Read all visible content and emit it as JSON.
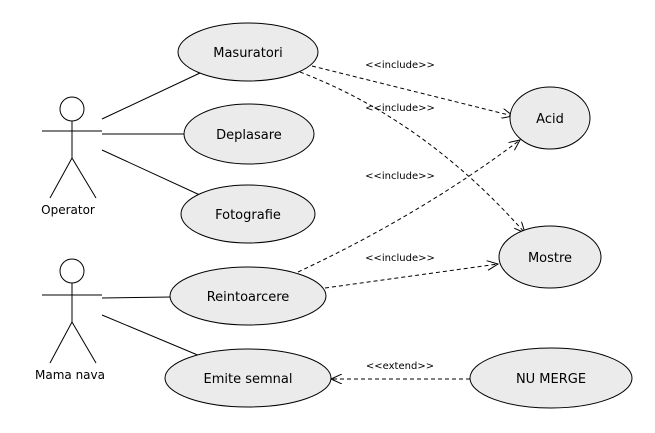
{
  "actors": [
    {
      "id": "operator",
      "label": "Operator"
    },
    {
      "id": "mama",
      "label": "Mama nava"
    }
  ],
  "use_cases": [
    {
      "id": "masuratori",
      "label": "Masuratori"
    },
    {
      "id": "deplasare",
      "label": "Deplasare"
    },
    {
      "id": "fotografie",
      "label": "Fotografie"
    },
    {
      "id": "reintoarcere",
      "label": "Reintoarcere"
    },
    {
      "id": "emite",
      "label": "Emite semnal"
    },
    {
      "id": "acid",
      "label": "Acid"
    },
    {
      "id": "mostre",
      "label": "Mostre"
    },
    {
      "id": "numerge",
      "label": "NU MERGE"
    }
  ],
  "associations": [
    {
      "from": "operator",
      "to": "masuratori"
    },
    {
      "from": "operator",
      "to": "deplasare"
    },
    {
      "from": "operator",
      "to": "fotografie"
    },
    {
      "from": "mama",
      "to": "reintoarcere"
    },
    {
      "from": "mama",
      "to": "emite"
    }
  ],
  "relations": [
    {
      "type": "include",
      "label": "<<include>>",
      "from": "masuratori",
      "to": "acid"
    },
    {
      "type": "include",
      "label": "<<include>>",
      "from": "masuratori",
      "to": "mostre"
    },
    {
      "type": "include",
      "label": "<<include>>",
      "from": "reintoarcere",
      "to": "acid"
    },
    {
      "type": "include",
      "label": "<<include>>",
      "from": "reintoarcere",
      "to": "mostre"
    },
    {
      "type": "extend",
      "label": "<<extend>>",
      "from": "numerge",
      "to": "emite"
    }
  ]
}
